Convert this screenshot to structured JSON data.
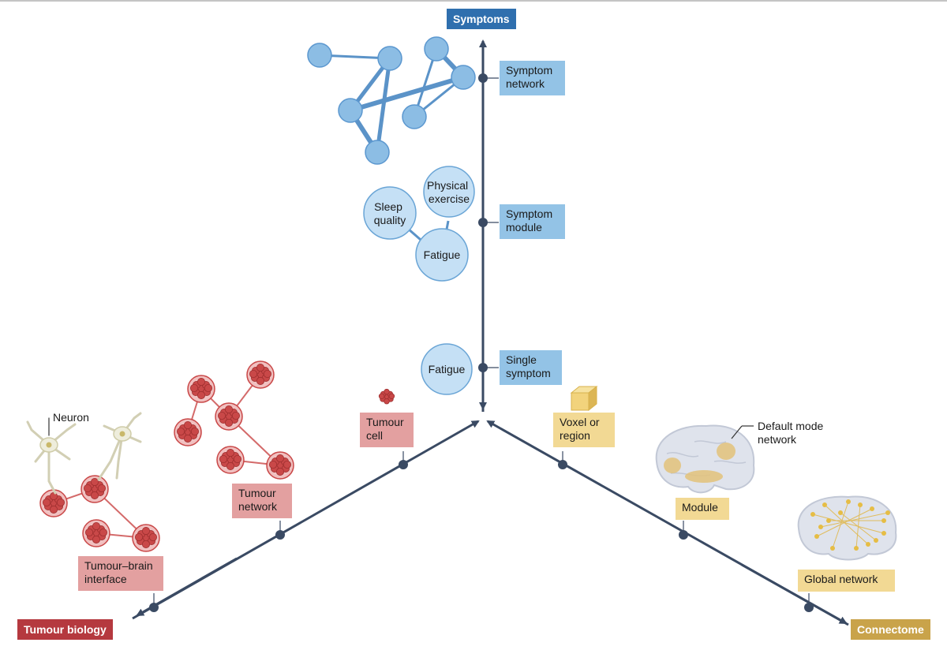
{
  "axes": {
    "symptoms": {
      "title": "Symptoms",
      "color": "#2f6fae"
    },
    "tumour_biology": {
      "title": "Tumour biology",
      "color": "#b5393f"
    },
    "connectome": {
      "title": "Connectome",
      "color": "#c9a34a"
    }
  },
  "symptom_levels": {
    "network": "Symptom\nnetwork",
    "module": "Symptom\nmodule",
    "single": "Single\nsymptom"
  },
  "symptom_circles": {
    "sleep": "Sleep\nquality",
    "physical": "Physical\nexercise",
    "fatigue_module": "Fatigue",
    "fatigue_single": "Fatigue"
  },
  "tumour_levels": {
    "cell": "Tumour\ncell",
    "network": "Tumour\nnetwork",
    "interface": "Tumour–brain\ninterface"
  },
  "connectome_levels": {
    "voxel": "Voxel or\nregion",
    "module": "Module",
    "global": "Global network"
  },
  "annotations": {
    "neuron": "Neuron",
    "dmn": "Default mode\nnetwork"
  },
  "colors": {
    "axis_line": "#3a4a63",
    "symptom_node": "#8cbde4",
    "symptom_node_stroke": "#5b97cf",
    "symptom_edge": "#5b93c8",
    "tumour_cell": "#c94848",
    "tumour_edge": "#d46a6a",
    "brain": "#d9dde6",
    "connectome_accent": "#e3bf5c"
  }
}
